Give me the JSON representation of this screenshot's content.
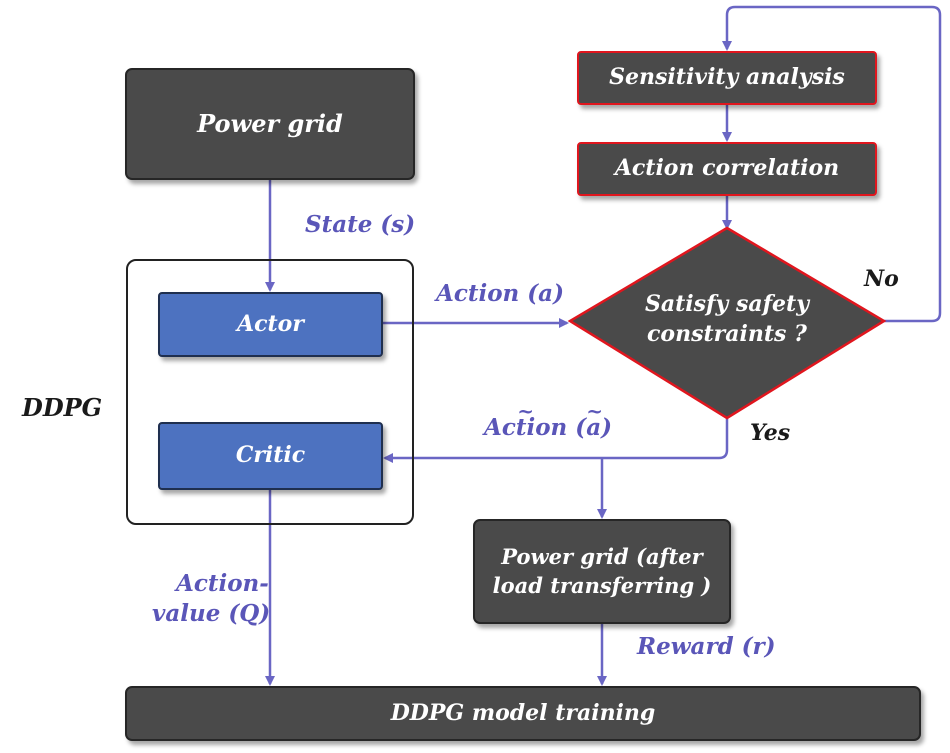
{
  "nodes": {
    "power_grid": "Power grid",
    "sensitivity_analysis": "Sensitivity analysis",
    "action_correlation": "Action correlation",
    "decision": [
      "Satisfy safety",
      "constraints ?"
    ],
    "actor": "Actor",
    "critic": "Critic",
    "ddpg_group": "DDPG",
    "power_grid_after": [
      "Power grid (after",
      "load transferring )"
    ],
    "model_training": "DDPG model training"
  },
  "edges": {
    "state": "State (s)",
    "action": "Action (a)",
    "modified_action_word": "Action",
    "modified_action_open": "(",
    "modified_action_var": "a",
    "modified_action_close": ")",
    "no": "No",
    "yes": "Yes",
    "action_value": [
      "Action-",
      "value (Q)"
    ],
    "reward": "Reward (r)"
  },
  "colors": {
    "dark_box": "#4a4a4a",
    "blue_box": "#4d72c0",
    "highlight_border": "#e0161e",
    "arrow": "#6a66c4",
    "edge_label": "#5a56b8"
  }
}
